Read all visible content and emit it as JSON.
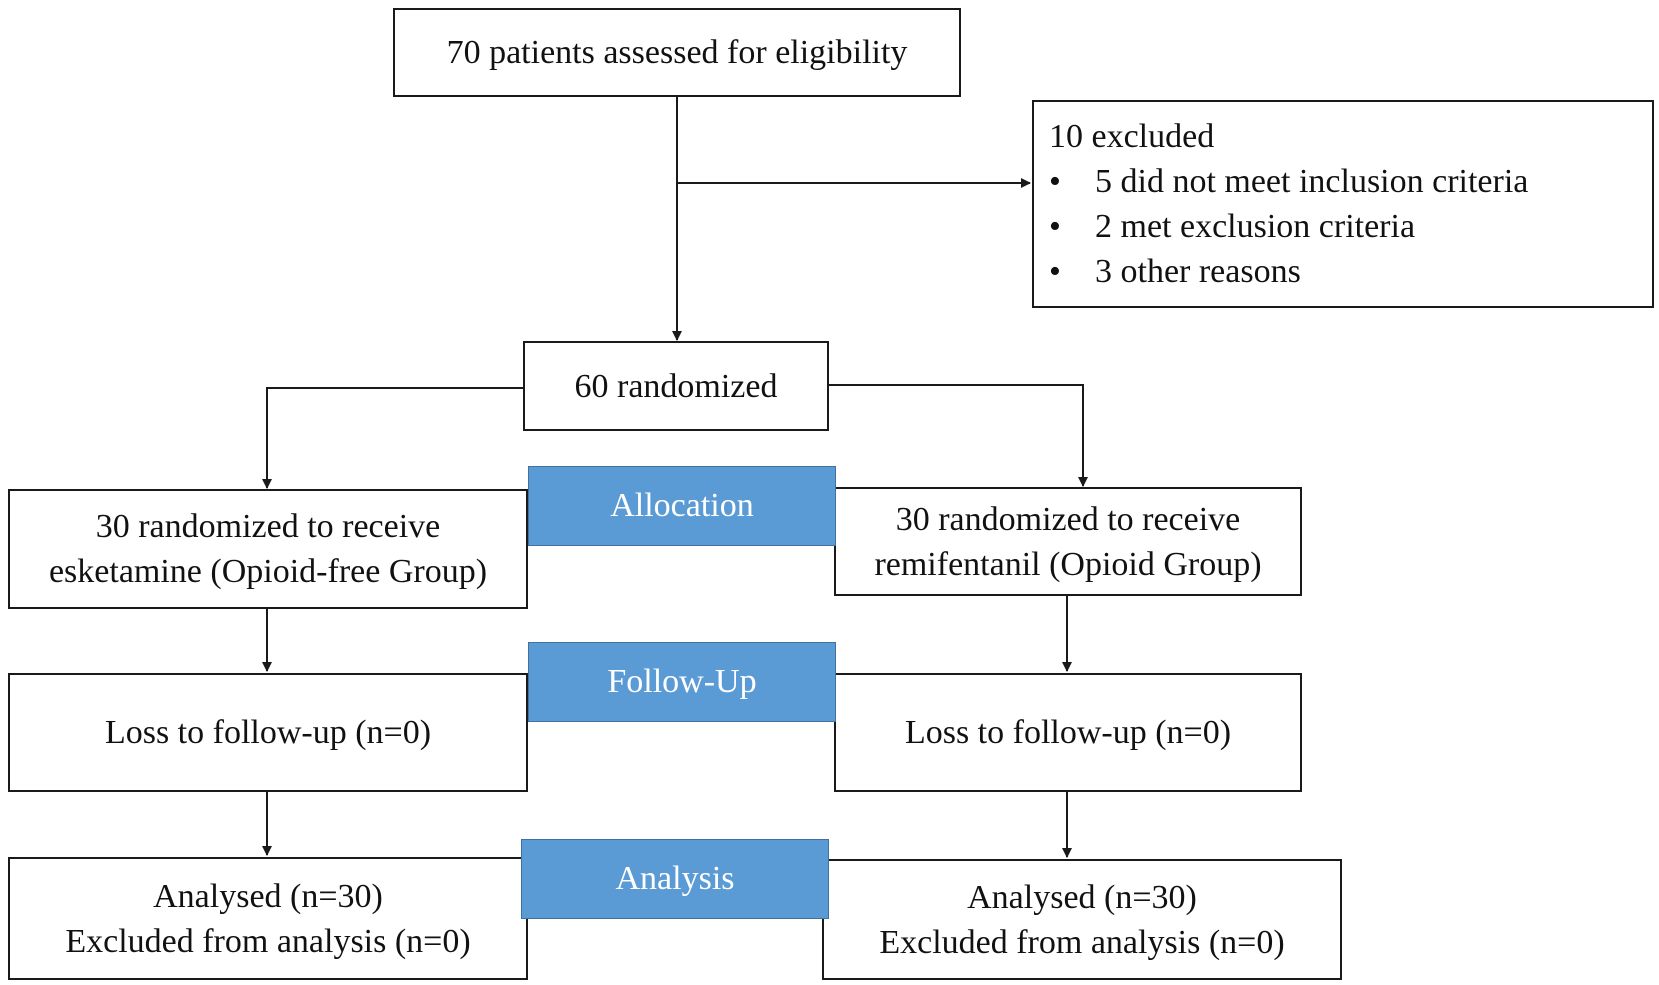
{
  "enrollment": {
    "assessed": "70 patients assessed for eligibility"
  },
  "excluded": {
    "title": "10 excluded",
    "bullet": "•",
    "reasons": [
      "5 did not meet inclusion criteria",
      "2 met exclusion criteria",
      "3 other reasons"
    ]
  },
  "randomized": "60 randomized",
  "stages": {
    "allocation": "Allocation",
    "follow_up": "Follow-Up",
    "analysis": "Analysis"
  },
  "left_arm": {
    "allocation_line1": "30 randomized to receive",
    "allocation_line2": "esketamine (Opioid-free Group)",
    "follow_up": "Loss to follow-up (n=0)",
    "analysed": "Analysed (n=30)",
    "excluded_from_analysis": "Excluded from analysis (n=0)"
  },
  "right_arm": {
    "allocation_line1": "30 randomized to receive",
    "allocation_line2": "remifentanil (Opioid Group)",
    "follow_up": "Loss to follow-up (n=0)",
    "analysed": "Analysed (n=30)",
    "excluded_from_analysis": "Excluded from analysis (n=0)"
  },
  "colors": {
    "stage_fill": "#5b9bd5",
    "stage_text": "#ffffff",
    "box_border": "#1a1a1a"
  }
}
